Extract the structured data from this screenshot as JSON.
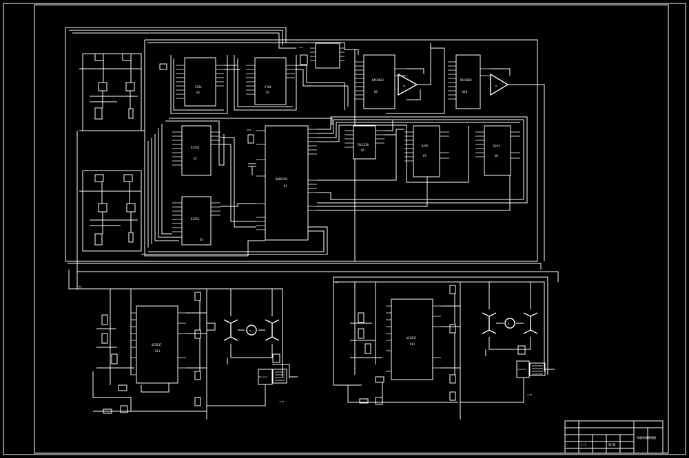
{
  "drawing": {
    "background": "#000000",
    "line_color": "#ffffff"
  },
  "labels": {
    "cpu": "8086CPU",
    "cpu_ref": "U1",
    "mem_a": "62256",
    "mem_a_ref": "U2",
    "mem_b": "62256",
    "mem_b_ref": "U3",
    "eprom_a": "2764",
    "eprom_a_ref": "U4",
    "eprom_b": "2764",
    "eprom_b_ref": "U5",
    "dac_a": "DAC0832",
    "dac_a_ref": "U9",
    "dac_b": "DAC0832",
    "dac_b_ref": "U10",
    "decoder": "74LS138",
    "decoder_ref": "U6",
    "io_a": "8255",
    "io_a_ref": "U7",
    "io_b": "8253",
    "io_b_ref": "U8",
    "amp_a": "OA",
    "amp_b": "OA",
    "pwm_a": "UC3637",
    "pwm_a_ref": "U11",
    "pwm_b": "UC3637",
    "pwm_b_ref": "U12",
    "motor": "M",
    "encoder": "Encoder",
    "vcc": "+5V",
    "vcc12": "+12V",
    "vee12": "-12V"
  },
  "title_block": {
    "title": "伺服系统原理图",
    "scale": "1:1",
    "sheet": "第1张"
  }
}
